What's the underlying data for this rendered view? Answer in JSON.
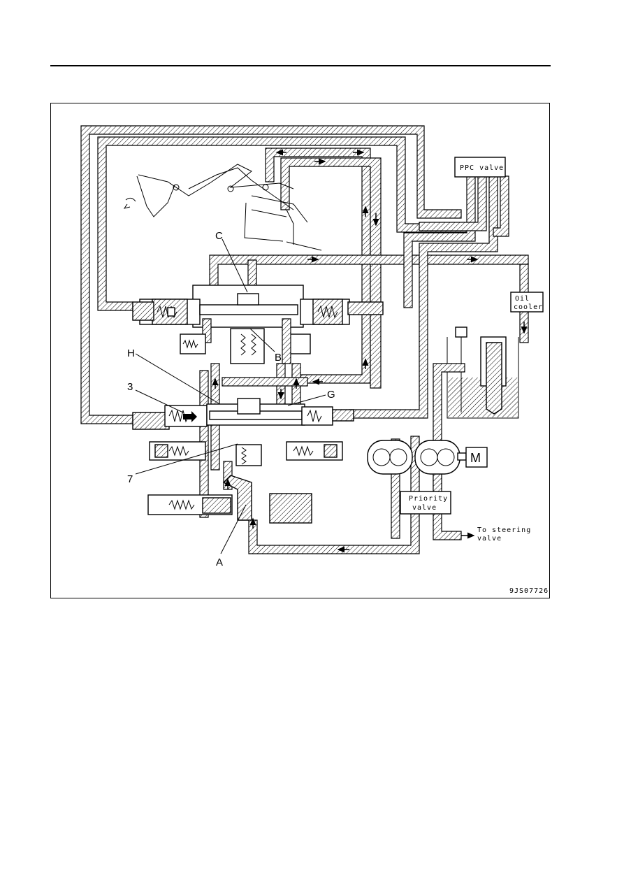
{
  "diagram": {
    "boxes": {
      "ppc_valve": "PPC valve",
      "oil_cooler_line1": "Oil",
      "oil_cooler_line2": "cooler",
      "priority_valve_line1": "Priority",
      "priority_valve_line2": "valve",
      "motor": "M"
    },
    "annotations": {
      "to_steering_line1": "To steering",
      "to_steering_line2": "valve"
    },
    "callouts": {
      "c": "C",
      "b": "B",
      "h": "H",
      "three": "3",
      "g": "G",
      "seven": "7",
      "a": "A"
    },
    "figure_code": "9JS07726"
  }
}
